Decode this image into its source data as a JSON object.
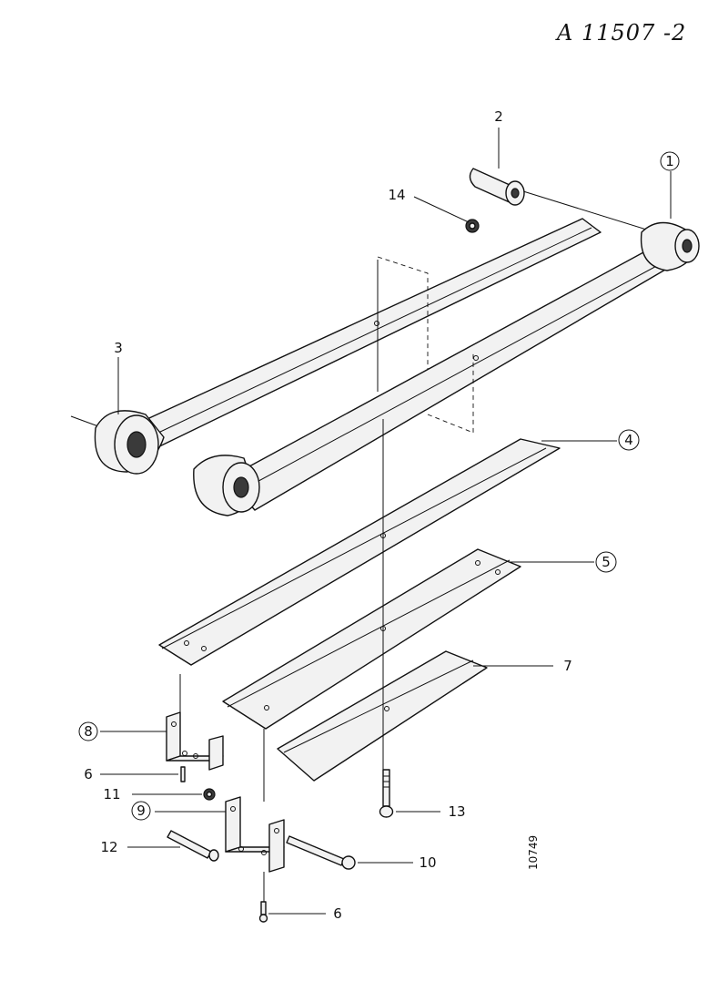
{
  "header": {
    "drawing_id": "A 11507 -2"
  },
  "callouts": {
    "c1": "1",
    "c2": "2",
    "c3": "3",
    "c4": "4",
    "c5": "5",
    "c6a": "6",
    "c6b": "6",
    "c7": "7",
    "c8": "8",
    "c9": "9",
    "c10": "10",
    "c11": "11",
    "c12": "12",
    "c13": "13",
    "c14": "14"
  },
  "footer": {
    "figure_number": "10749"
  }
}
